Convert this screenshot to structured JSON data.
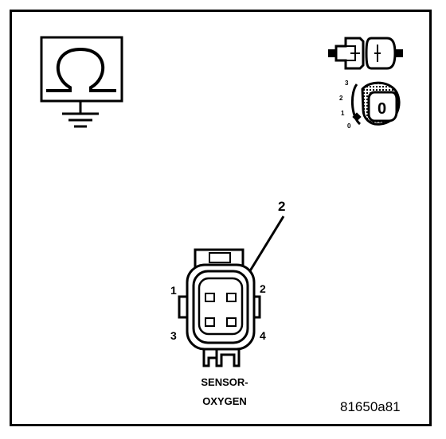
{
  "ohmmeter_symbol": "ohm-icon",
  "connector_symbol": "connector-icon",
  "ignition_symbol": "ignition-key-icon",
  "ignition_positions": [
    "3",
    "2",
    "1",
    "0"
  ],
  "ignition_key_label": "0",
  "callout_label": "2",
  "pins": [
    {
      "label": "1"
    },
    {
      "label": "2"
    },
    {
      "label": "3"
    },
    {
      "label": "4"
    }
  ],
  "component_name_line1": "SENSOR-",
  "component_name_line2": "OXYGEN",
  "figure_id": "81650a81"
}
